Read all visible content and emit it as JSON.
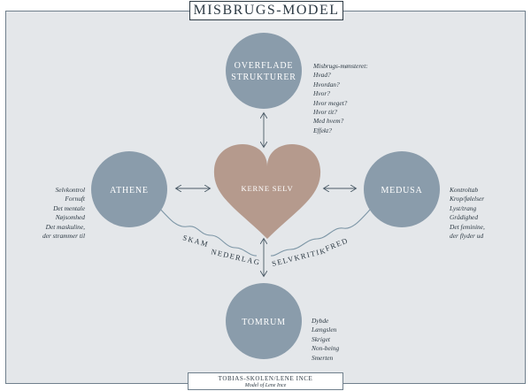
{
  "title": "MISBRUGS-MODEL",
  "colors": {
    "node": "#8a9cab",
    "heart": "#b59a8d",
    "panel": "#e4e7ea",
    "line": "#6f7f8c"
  },
  "nodes": {
    "top": [
      "OVERFLADE",
      "STRUKTURER"
    ],
    "left": "ATHENE",
    "right": "MEDUSA",
    "bottom": "TOMRUM",
    "center": "KERNE SELV"
  },
  "notes": {
    "top": [
      "Misbrugs-mønsteret:",
      "Hvad?",
      "Hvordan?",
      "Hvor?",
      "Hvor meget?",
      "Hvor tit?",
      "Med hvem?",
      "Effekt?"
    ],
    "left": [
      "Selvkontrol",
      "Fornuft",
      "Det mentale",
      "Nøjsomhed",
      "Det maskuline,",
      "der strammer til"
    ],
    "right": [
      "Kontroltab",
      "Krop/følelser",
      "Lyst/trang",
      "Grådighed",
      "Det feminine,",
      "der flyder ud"
    ],
    "bottom": [
      "Dybde",
      "Længslen",
      "Skriget",
      "Non-being",
      "Smerten"
    ]
  },
  "wave_labels": [
    "SKAM",
    "NEDERLAG",
    "SELVKRITIK",
    "FRED"
  ],
  "footer": {
    "main": "TOBIAS-SKOLEN/LENE INCE",
    "sub": "Model of Lene Ince"
  }
}
